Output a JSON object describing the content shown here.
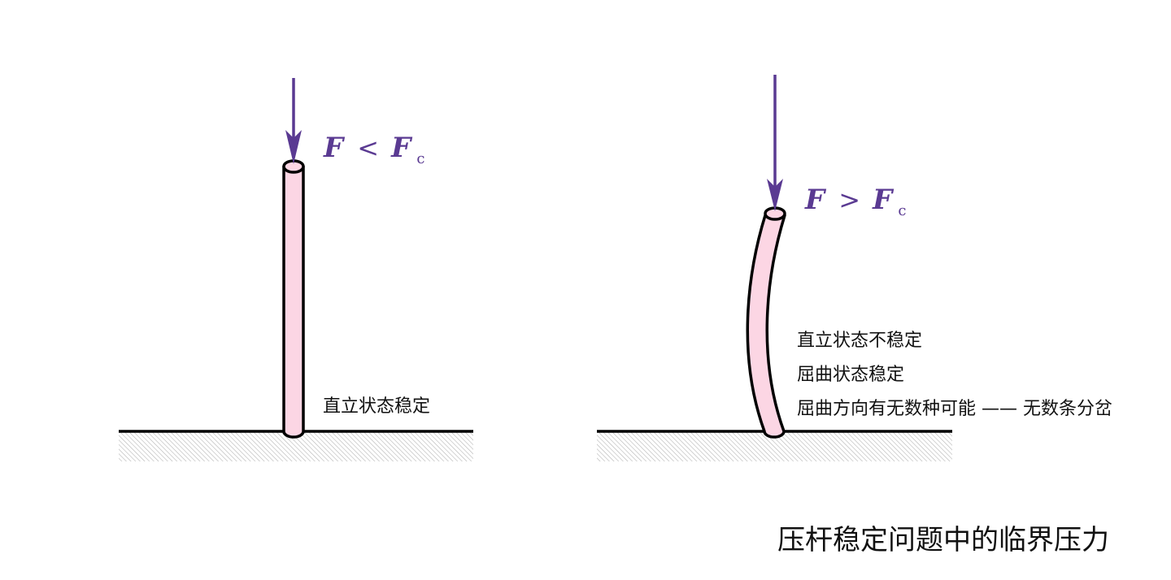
{
  "left_panel": {
    "formula": {
      "lhs": "F",
      "op": "<",
      "rhs": "F",
      "sub": "c"
    },
    "label": "直立状态稳定"
  },
  "right_panel": {
    "formula": {
      "lhs": "F",
      "op": ">",
      "rhs": "F",
      "sub": "c"
    },
    "labels": [
      "直立状态不稳定",
      "屈曲状态稳定",
      "屈曲方向有无数种可能 —— 无数条分岔"
    ]
  },
  "title": "压杆稳定问题中的临界压力",
  "colors": {
    "arrow": "#5a3a92",
    "rod_fill": "#fcd6e4",
    "rod_stroke": "#000000",
    "ground": "#000000",
    "hatch": "#b5b5b5"
  }
}
